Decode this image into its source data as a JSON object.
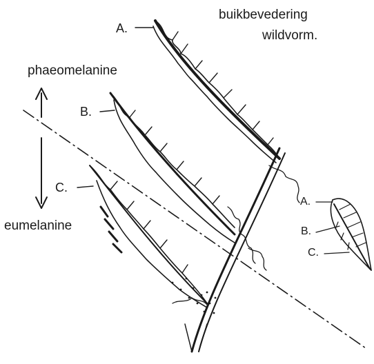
{
  "title": {
    "line1": "buikbevedering",
    "line2": "wildvorm."
  },
  "axis": {
    "top_label": "phaeomelanine",
    "bottom_label": "eumelanine"
  },
  "barbs": {
    "a": "A.",
    "b": "B.",
    "c": "C."
  },
  "small_feather": {
    "a": "A.",
    "b": "B.",
    "c": "C."
  },
  "colors": {
    "ink": "#1a1a1a",
    "background": "#ffffff"
  }
}
